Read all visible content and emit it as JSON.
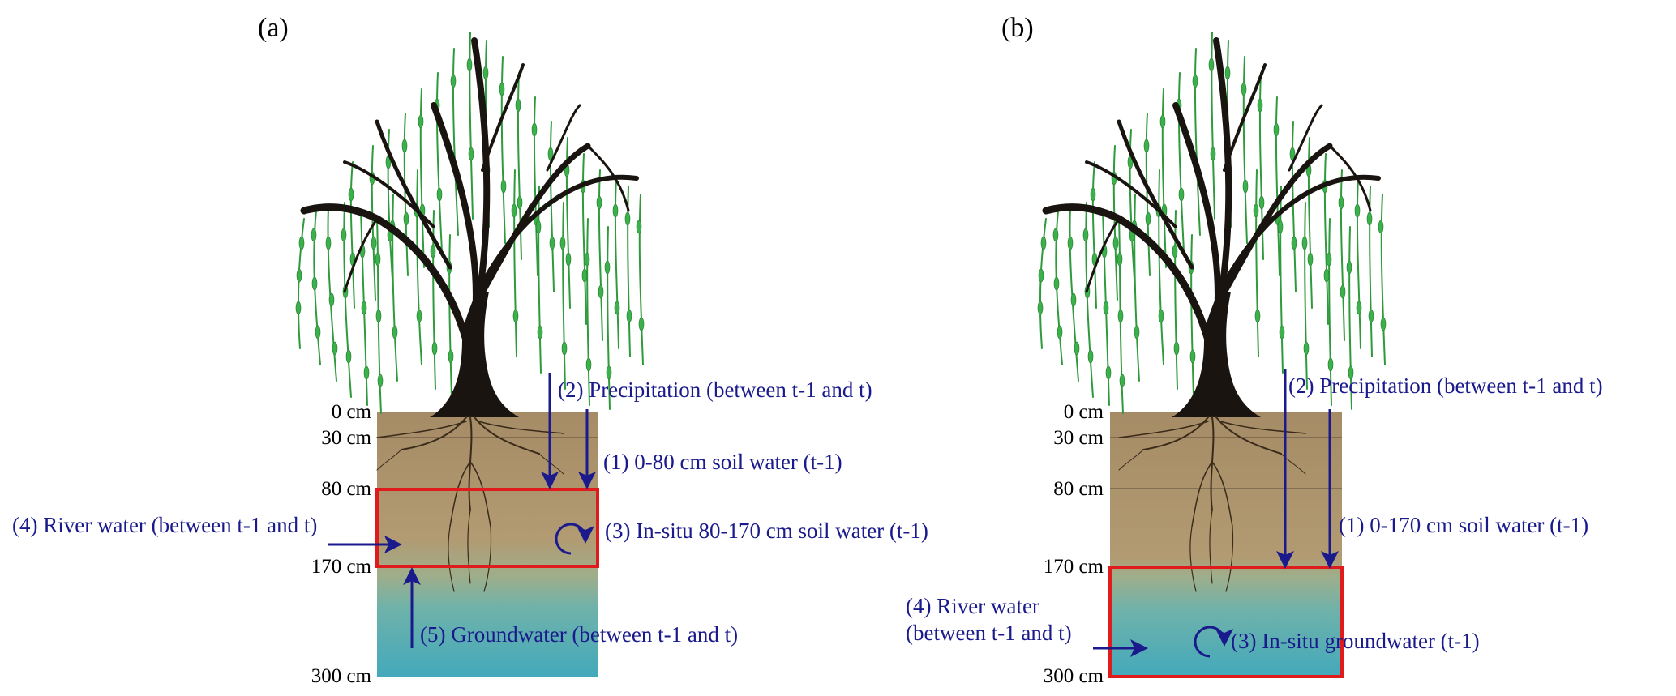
{
  "colors": {
    "soil_top": "#a8906a",
    "soil_mid": "#b09a74",
    "water": "#4aaabb",
    "highlight_box": "#e01b1b",
    "arrow": "#1a1a8c",
    "foliage": "#3cb04a",
    "trunk": "#1a1410"
  },
  "panel_a": {
    "label": "(a)",
    "depths": {
      "d0": "0 cm",
      "d30": "30 cm",
      "d80": "80 cm",
      "d170": "170 cm",
      "d300": "300 cm"
    },
    "sources": {
      "precipitation": "(2) Precipitation (between t-1 and t)",
      "soil_water": "(1) 0-80 cm soil water (t-1)",
      "in_situ": "(3) In-situ 80-170 cm soil water (t-1)",
      "river": "(4) River water (between t-1 and t)",
      "groundwater": "(5) Groundwater (between t-1 and t)"
    }
  },
  "panel_b": {
    "label": "(b)",
    "depths": {
      "d0": "0 cm",
      "d30": "30 cm",
      "d80": "80 cm",
      "d170": "170 cm",
      "d300": "300 cm"
    },
    "sources": {
      "precipitation": "(2) Precipitation (between t-1 and t)",
      "soil_water": "(1) 0-170 cm soil water (t-1)",
      "in_situ": "(3) In-situ groundwater (t-1)",
      "river_line1": "(4) River water",
      "river_line2": "(between t-1 and t)"
    }
  }
}
